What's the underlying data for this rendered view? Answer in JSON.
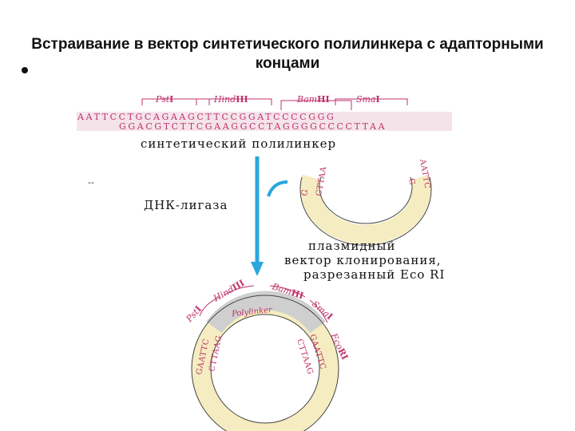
{
  "title": "Встраивание в вектор синтетического полилинкера с адапторными концами",
  "top_enzymes": [
    {
      "name": "Pst",
      "suffix": "I"
    },
    {
      "name": "Hind",
      "suffix": "III"
    },
    {
      "name": "Bam",
      "suffix": "HI"
    },
    {
      "name": "Sma",
      "suffix": "I"
    }
  ],
  "sequence_top": "AATTCCTGCAGAAGCTTCCGGATCCCCGGG",
  "sequence_bottom": "GGACGTCTTCGAAGGCCTAGGGGCCCCTTAA",
  "linker_caption": "синтетический полилинкер",
  "dash_mark": "--",
  "ligase_label": "ДНК-лигаза",
  "vector_caption_line1": "плазмидный",
  "vector_caption_line2": "вектор клонирования,",
  "vector_caption_line3": "разрезанный Eco RI",
  "open_ring_ends": {
    "left_outer": "G",
    "left_inner": "CTTAA",
    "right_outer": "AATTC",
    "right_inner": "G"
  },
  "bottom_ring_polylinker": "Polylinker",
  "bottom_enzymes": [
    {
      "name": "Pst",
      "suffix": "I"
    },
    {
      "name": "Hind",
      "suffix": "III"
    },
    {
      "name": "Bam",
      "suffix": "HI"
    },
    {
      "name": "Sma",
      "suffix": "I"
    },
    {
      "name": "Eco",
      "suffix": "RI"
    }
  ],
  "closed_ring_ends": {
    "left_outer": "GAATTC",
    "left_inner": "CTTAAG",
    "right_outer": "GAATTC",
    "right_inner": "CTTAAG"
  },
  "colors": {
    "accent_pink": "#c0306a",
    "ring_yellow": "#f5edc1",
    "ring_gray": "#cfcfcf",
    "arrow_blue": "#2aa6df"
  }
}
